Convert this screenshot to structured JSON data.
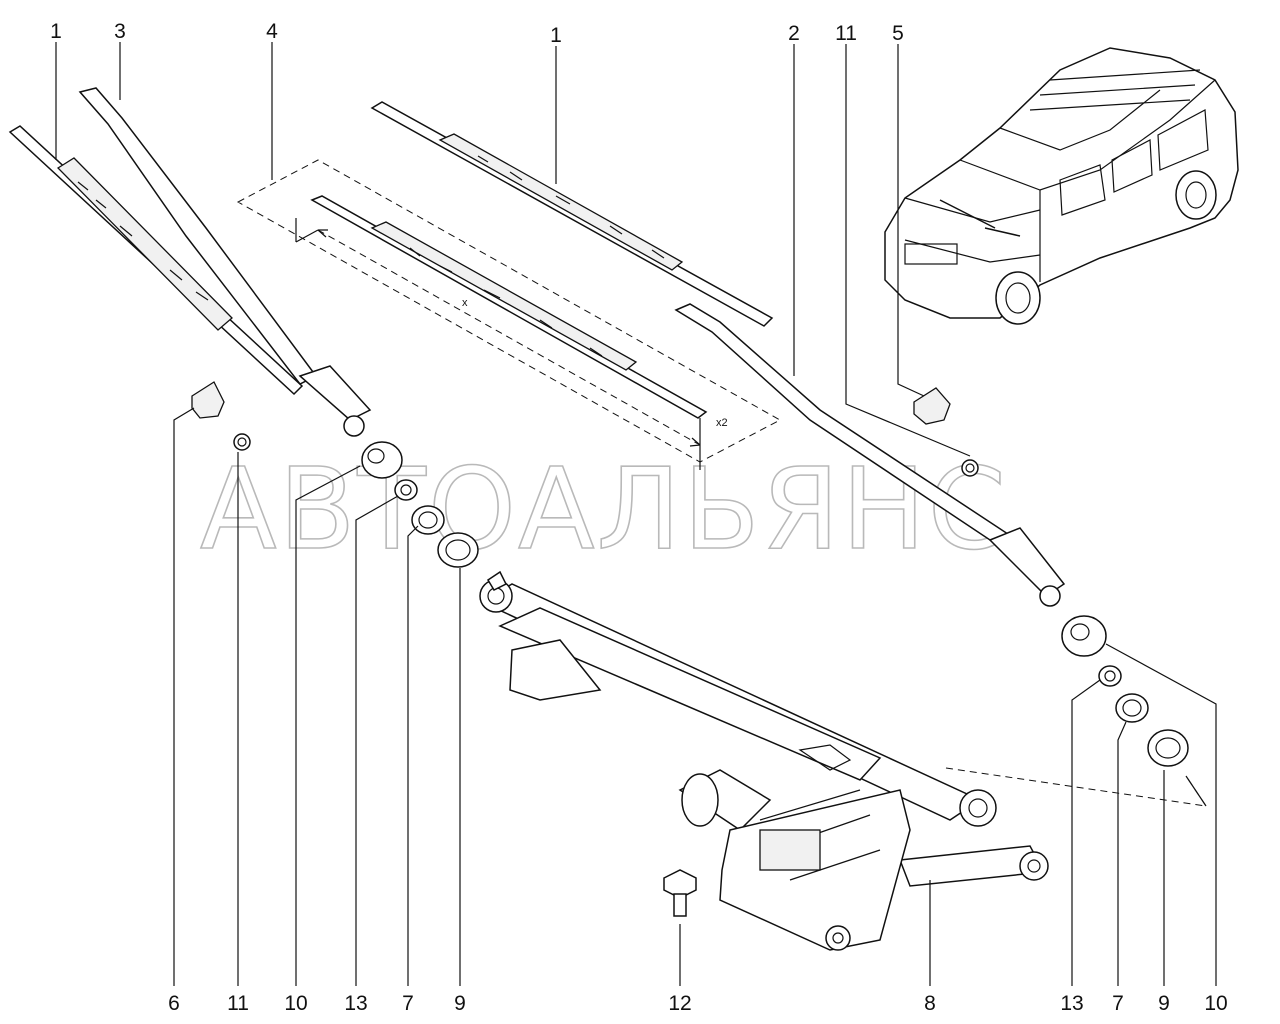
{
  "callouts": [
    "1",
    "3",
    "4",
    "1",
    "2",
    "11",
    "5",
    "6",
    "11",
    "10",
    "13",
    "7",
    "9",
    "12",
    "8",
    "13",
    "7",
    "9",
    "10"
  ],
  "dimension_label": "x",
  "quantity_label": "x2",
  "watermark": "АВТОАЛЬЯНС"
}
